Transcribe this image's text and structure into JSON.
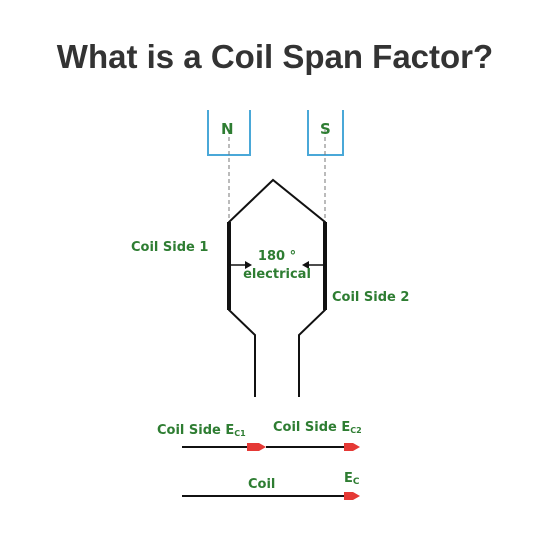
{
  "title": "What is a Coil Span Factor?",
  "magnets": {
    "north": "N",
    "south": "S"
  },
  "labels": {
    "coil_side_1": "Coil Side 1",
    "coil_side_2": "Coil Side 2",
    "angle": "180 °",
    "angle_unit": "electrical",
    "phasor_ec1": "Coil Side E",
    "phasor_ec1_sub": "C1",
    "phasor_ec2": "Coil Side E",
    "phasor_ec2_sub": "C2",
    "coil": "Coil",
    "ec": "E",
    "ec_sub": "C"
  },
  "colors": {
    "title": "#333333",
    "label_green": "#2e7d32",
    "magnet_blue": "#4aa8d8",
    "arrow_red": "#e53935",
    "line": "#111111"
  }
}
